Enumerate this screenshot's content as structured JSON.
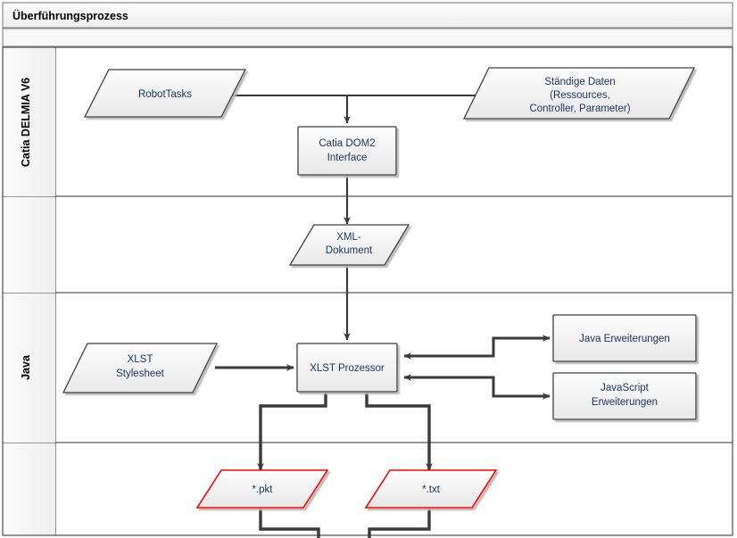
{
  "pool": {
    "title": "Überführungsprozess",
    "title_bar_fill": "#f2f2f2",
    "subheader_fill": "#f7f7f7",
    "border_color": "#8c8c8c"
  },
  "lanes": [
    {
      "id": "lane-catia",
      "label": "Catia DELMIA V6"
    },
    {
      "id": "lane-middle",
      "label": ""
    },
    {
      "id": "lane-java",
      "label": "Java"
    },
    {
      "id": "lane-output",
      "label": ""
    }
  ],
  "nodes": {
    "robot_tasks": {
      "label": "RobotTasks",
      "shape": "parallelogram",
      "stroke": "#404040"
    },
    "staendige_daten": {
      "label": "Ständige Daten\n(Ressources,\nController, Parameter)",
      "line1": "Ständige Daten",
      "line2": "(Ressources,",
      "line3": "Controller, Parameter)",
      "shape": "parallelogram",
      "stroke": "#404040"
    },
    "catia_dom2": {
      "line1": "Catia DOM2",
      "line2": "Interface",
      "shape": "rectangle",
      "stroke": "#404040"
    },
    "xml_dokument": {
      "line1": "XML-",
      "line2": "Dokument",
      "shape": "parallelogram",
      "stroke": "#404040"
    },
    "xlst_stylesheet": {
      "line1": "XLST",
      "line2": "Stylesheet",
      "shape": "parallelogram",
      "stroke": "#404040"
    },
    "xlst_prozessor": {
      "label": "XLST Prozessor",
      "shape": "rectangle",
      "stroke": "#404040"
    },
    "java_erweiterungen": {
      "label": "Java Erweiterungen",
      "shape": "rectangle",
      "stroke": "#404040"
    },
    "javascript_erweiterungen": {
      "line1": "JavaScript",
      "line2": "Erweiterungen",
      "shape": "rectangle",
      "stroke": "#404040"
    },
    "pkt_file": {
      "label": "*.pkt",
      "shape": "parallelogram",
      "stroke": "#ff0000"
    },
    "txt_file": {
      "label": "*.txt",
      "shape": "parallelogram",
      "stroke": "#ff0000"
    }
  },
  "colors": {
    "node_fill_top": "#fcfcfc",
    "node_fill_bottom": "#ebebeb",
    "node_stroke": "#404040",
    "accent_red": "#ff0000",
    "text": "#17365d",
    "connector": "#3a3a3a",
    "lane_header_fill": "#f4f4f4",
    "frame": "#595959"
  }
}
